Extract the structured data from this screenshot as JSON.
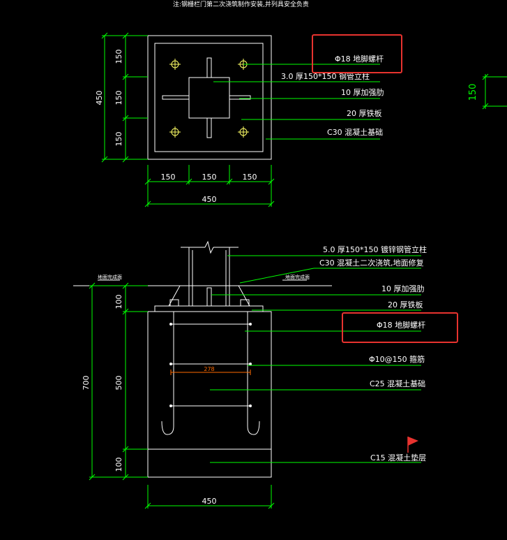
{
  "colors": {
    "background": "#000000",
    "linework": "#ffffff",
    "dimension": "#00ff00",
    "bolt": "#ffff66",
    "highlight": "#e8332f",
    "rebar_dim": "#ff6a00"
  },
  "note": "注:钢栅栏门第二次浇筑制作安装,并列具安全负责",
  "plan": {
    "dims": {
      "left_total": "450",
      "left_a": "150",
      "left_b": "150",
      "left_c": "150",
      "bottom_a": "150",
      "bottom_b": "150",
      "bottom_c": "150",
      "bottom_total": "450",
      "side_detail": "150"
    },
    "labels": {
      "anchor_bolt": "Φ18 地脚螺杆",
      "steel_post": "3.0 厚150*150 钢管立柱",
      "stiffener": "10 厚加强肋",
      "steel_plate": "20 厚铁板",
      "foundation": "C30 混凝土基础"
    }
  },
  "section": {
    "ground_left": "地面完成面",
    "ground_right": "地面完成面",
    "dims": {
      "total": "700",
      "top": "100",
      "mid": "500",
      "bot": "100",
      "width": "450",
      "stirrup_width": "278"
    },
    "labels": {
      "post": "5.0 厚150*150 镀锌钢管立柱",
      "second_pour": "C30 混凝土二次浇筑,地面修复",
      "stiffener": "10 厚加强肋",
      "steel_plate": "20 厚铁板",
      "anchor_bolt": "Φ18 地脚螺杆",
      "stirrup": "Φ10@150 箍筋",
      "foundation": "C25 混凝土基础",
      "cushion": "C15 混凝土垫层"
    }
  }
}
